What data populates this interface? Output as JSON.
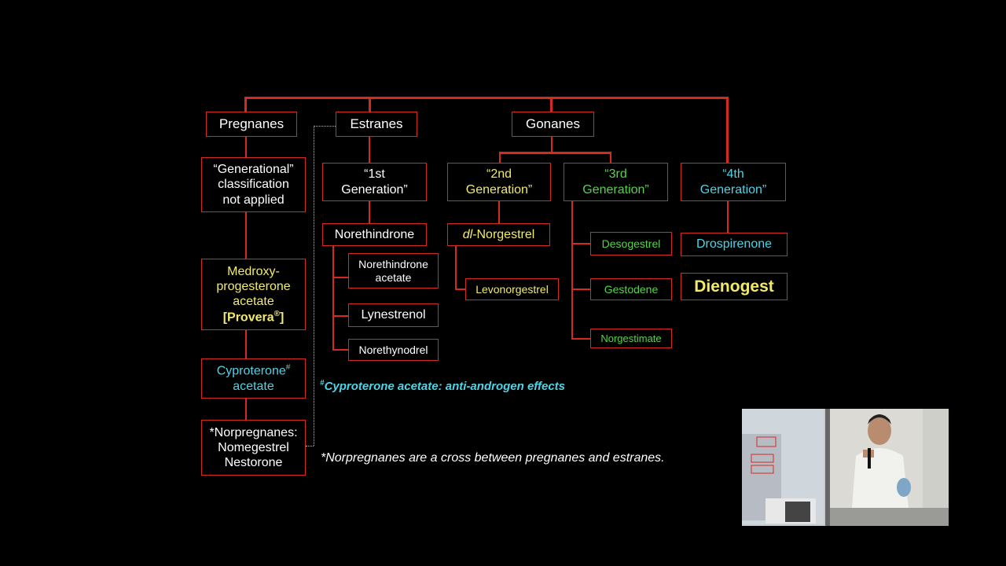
{
  "classes": {
    "pregnanes": "Pregnanes",
    "estranes": "Estranes",
    "gonanes": "Gonanes"
  },
  "pregnanes_col": {
    "generational": [
      "“Generational”",
      "classification",
      "not applied"
    ],
    "medroxy": [
      "Medroxy-",
      "progesterone",
      "acetate"
    ],
    "provera": "[Provera",
    "provera_sup": "®",
    "provera_close": "]",
    "cyproterone": "Cyproterone",
    "cyproterone_sup": "#",
    "cyproterone_2": "acetate",
    "norpregnanes": [
      "*Norpregnanes:",
      "Nomegestrel",
      "Nestorone"
    ]
  },
  "first_gen": {
    "label": [
      "“1st",
      "Generation”"
    ],
    "root": "Norethindrone",
    "items": [
      [
        "Norethindrone",
        "acetate"
      ],
      "Lynestrenol",
      "Norethynodrel"
    ]
  },
  "second_gen": {
    "label": [
      "“2nd",
      "Generation”"
    ],
    "root_prefix": "dl",
    "root": "-Norgestrel",
    "item": "Levonorgestrel"
  },
  "third_gen": {
    "label": [
      "“3rd",
      "Generation”"
    ],
    "items": [
      "Desogestrel",
      "Gestodene",
      "Norgestimate"
    ]
  },
  "fourth_gen": {
    "label": [
      "“4th",
      "Generation”"
    ],
    "items": [
      "Drospirenone",
      "Dienogest"
    ]
  },
  "notes": {
    "cyproterone_sup": "#",
    "cyproterone_note": "Cyproterone acetate: anti-androgen effects",
    "norpregnanes_note": "*Norpregnanes are a cross between pregnanes and estranes."
  },
  "colors": {
    "line": "#d42a22",
    "yellow": "#f2ea6b",
    "cyan": "#4fd3e6",
    "green": "#55d447"
  }
}
